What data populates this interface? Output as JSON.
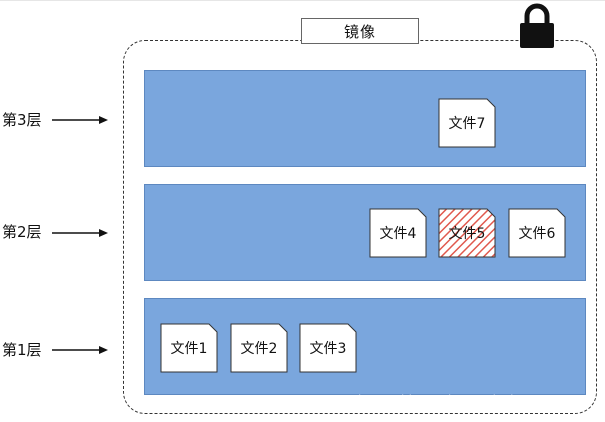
{
  "title": "镜像",
  "layers": [
    {
      "label": "第3层",
      "files": [
        "文件7"
      ]
    },
    {
      "label": "第2层",
      "files": [
        "文件4",
        "文件5",
        "文件6"
      ]
    },
    {
      "label": "第1层",
      "files": [
        "文件1",
        "文件2",
        "文件3"
      ]
    }
  ],
  "highlighted_file": "文件5",
  "icons": {
    "lock": "lock-icon",
    "arrow": "arrow-right-icon",
    "file": "document-icon"
  },
  "colors": {
    "layer_fill": "#7aa6dd",
    "file_fill": "#ffffff",
    "highlight_hatch": "#e0584d"
  },
  "watermark": "https://blog.csdn.net/sixeleven611"
}
